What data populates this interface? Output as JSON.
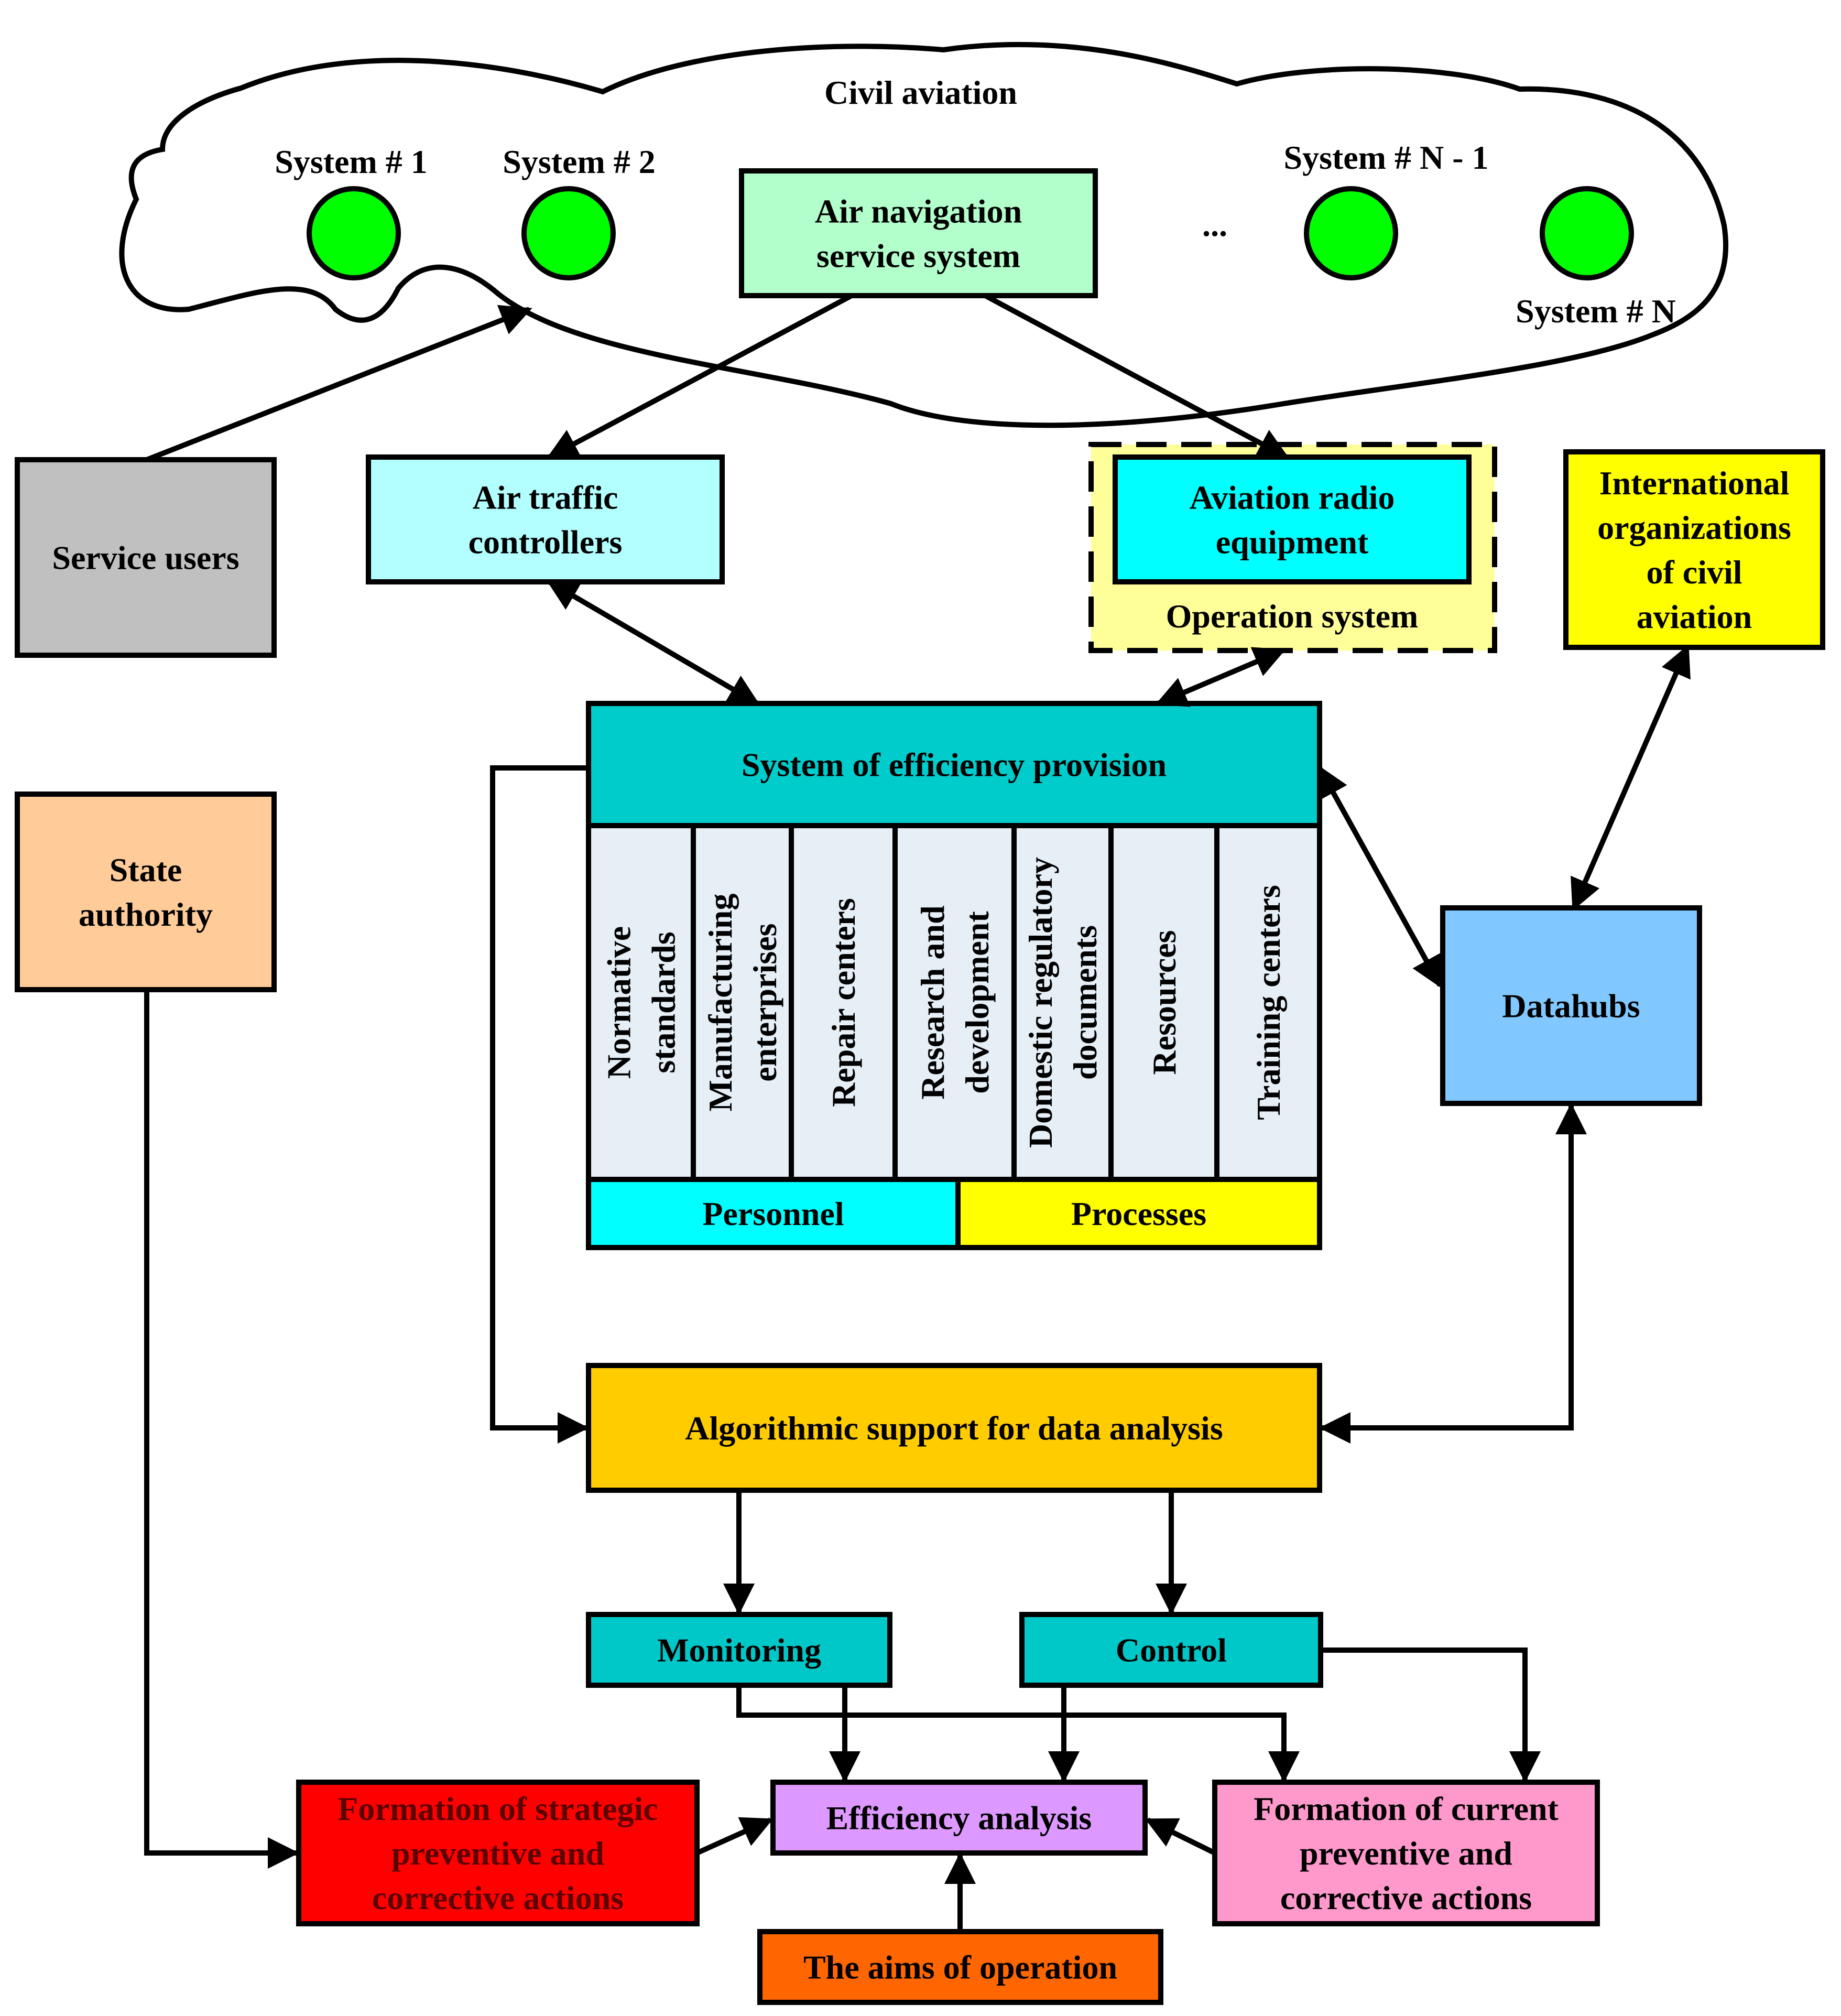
{
  "cloud": {
    "title": "Civil aviation",
    "systems": [
      "System # 1",
      "System # 2",
      "System # N - 1",
      "System # N"
    ],
    "ellipsis": "..."
  },
  "nodes": {
    "ans": [
      "Air navigation",
      "service system"
    ],
    "users": [
      "Service users"
    ],
    "atc": [
      "Air traffic",
      "controllers"
    ],
    "radio": [
      "Aviation radio",
      "equipment"
    ],
    "opsys": [
      "Operation system"
    ],
    "intl": [
      "International",
      "organizations",
      "of civil",
      "aviation"
    ],
    "state": [
      "State",
      "authority"
    ],
    "sep": [
      "System of efficiency provision"
    ],
    "cols": [
      [
        "Normative",
        "standards"
      ],
      [
        "Manufacturing",
        "enterprises"
      ],
      [
        "Repair centers"
      ],
      [
        "Research and",
        "development"
      ],
      [
        "Domestic regulatory",
        "documents"
      ],
      [
        "Resources"
      ],
      [
        "Training centers"
      ]
    ],
    "personnel": [
      "Personnel"
    ],
    "processes": [
      "Processes"
    ],
    "datahubs": [
      "Datahubs"
    ],
    "algo": [
      "Algorithmic support for data analysis"
    ],
    "monitoring": [
      "Monitoring"
    ],
    "control": [
      "Control"
    ],
    "strategic": [
      "Formation of strategic",
      "preventive and",
      "corrective actions"
    ],
    "efficiency": [
      "Efficiency analysis"
    ],
    "current": [
      "Formation of current",
      "preventive and",
      "corrective actions"
    ],
    "aims": [
      "The aims of operation"
    ]
  },
  "colors": {
    "system_dot": "#00ff00",
    "ans": "#b3ffcc",
    "users": "#c0c0c0",
    "atc": "#b3ffff",
    "radio": "#00ffff",
    "opsys": "#ffff99",
    "intl": "#ffff00",
    "state": "#ffcc99",
    "sep": "#00cccc",
    "cols": "#e6eef6",
    "personnel": "#00ffff",
    "processes": "#ffff00",
    "datahubs": "#80c8ff",
    "algo": "#ffcc00",
    "monitoring": "#00c8c8",
    "control": "#00c8c8",
    "strategic": "#ff0000",
    "efficiency": "#dd99ff",
    "current": "#ff99cc",
    "aims": "#ff6600"
  }
}
